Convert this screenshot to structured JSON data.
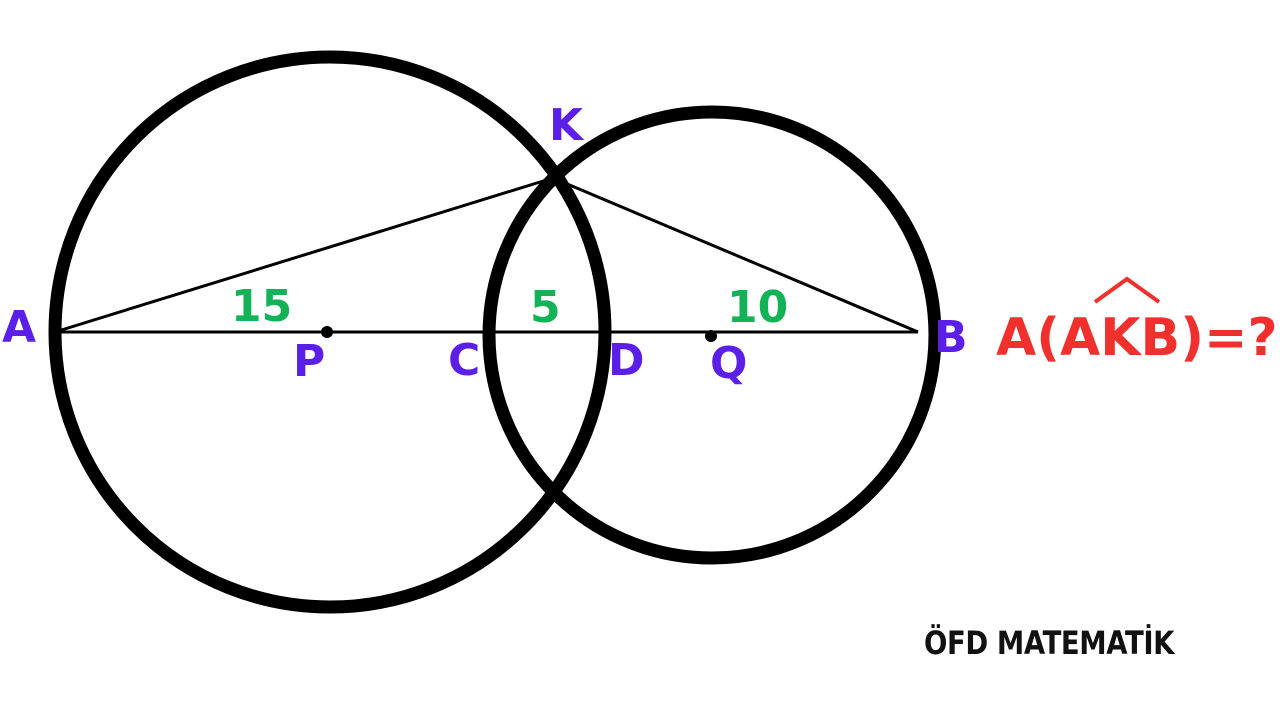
{
  "colors": {
    "point_labels": "#5b1fe8",
    "segment_lengths": "#12b356",
    "question": "#f0302c",
    "stroke": "#000000",
    "brand": "#111111"
  },
  "points": {
    "A": "A",
    "B": "B",
    "K": "K",
    "P": "P",
    "C": "C",
    "D": "D",
    "Q": "Q"
  },
  "segments": {
    "AC": "15",
    "CD": "5",
    "DB": "10"
  },
  "question": {
    "prefix": "A(",
    "angle": "AKB",
    "suffix": ")=?"
  },
  "brand": "ÖFD MATEMATİK"
}
